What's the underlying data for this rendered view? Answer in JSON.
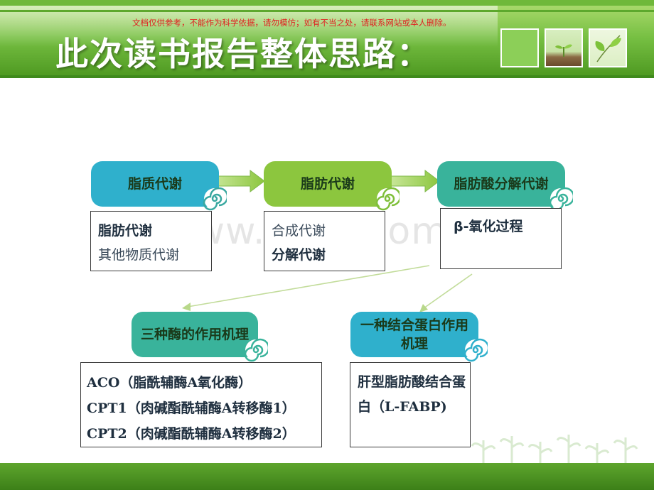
{
  "header": {
    "title": "此次读书报告整体思路：",
    "notice": "文档仅供参考，不能作为科学依据，请勿模仿；如有不当之处，请联系网站或本人删除。"
  },
  "watermark": "www.zixin.com.cn",
  "row1": {
    "box1": {
      "label": "脂质代谢",
      "items": [
        "脂肪代谢",
        "其他物质代谢"
      ]
    },
    "box2": {
      "label": "脂肪代谢",
      "items": [
        "合成代谢",
        "分解代谢"
      ]
    },
    "box3": {
      "label": "脂肪酸分解代谢",
      "items": [
        "β-氧化过程"
      ]
    }
  },
  "row2": {
    "box4": {
      "label": "三种酶的作用机理",
      "items": [
        "ACO（脂酰辅酶A氧化酶）",
        "CPT1（肉碱酯酰辅酶A转移酶1）",
        "CPT2（肉碱酯酰辅酶A转移酶2）"
      ]
    },
    "box5": {
      "label": "一种结合蛋白作用机理",
      "items": [
        "肝型脂肪酸结合蛋白（L-FABP)"
      ]
    }
  },
  "colors": {
    "header_green": "#77c043",
    "pill_blue": "#2fb0cc",
    "pill_green": "#8cc63e",
    "pill_teal": "#39b39b"
  }
}
